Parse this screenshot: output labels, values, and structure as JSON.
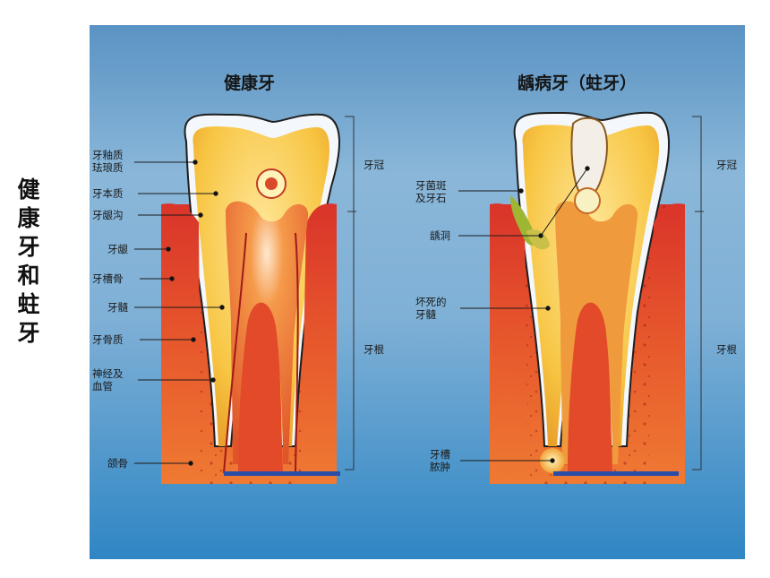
{
  "side_title": "健康牙和蛀牙",
  "healthy": {
    "title": "健康牙",
    "labels": {
      "enamel_1": "牙釉质",
      "enamel_2": "珐琅质",
      "dentin": "牙本质",
      "gingival_sulcus": "牙龈沟",
      "gum": "牙龈",
      "alveolar_bone": "牙槽骨",
      "pulp": "牙髓",
      "cementum": "牙骨质",
      "nerve_1": "神经及",
      "nerve_2": "血管",
      "jaw_bone": "颌骨"
    },
    "crown": "牙冠",
    "root": "牙根"
  },
  "decayed": {
    "title": "龋病牙（蛀牙）",
    "labels": {
      "plaque_1": "牙菌斑",
      "plaque_2": "及牙石",
      "cavity": "龋洞",
      "necrotic_1": "坏死的",
      "necrotic_2": "牙髓",
      "abscess_1": "牙槽",
      "abscess_2": "脓肿"
    },
    "crown": "牙冠",
    "root": "牙根"
  }
}
